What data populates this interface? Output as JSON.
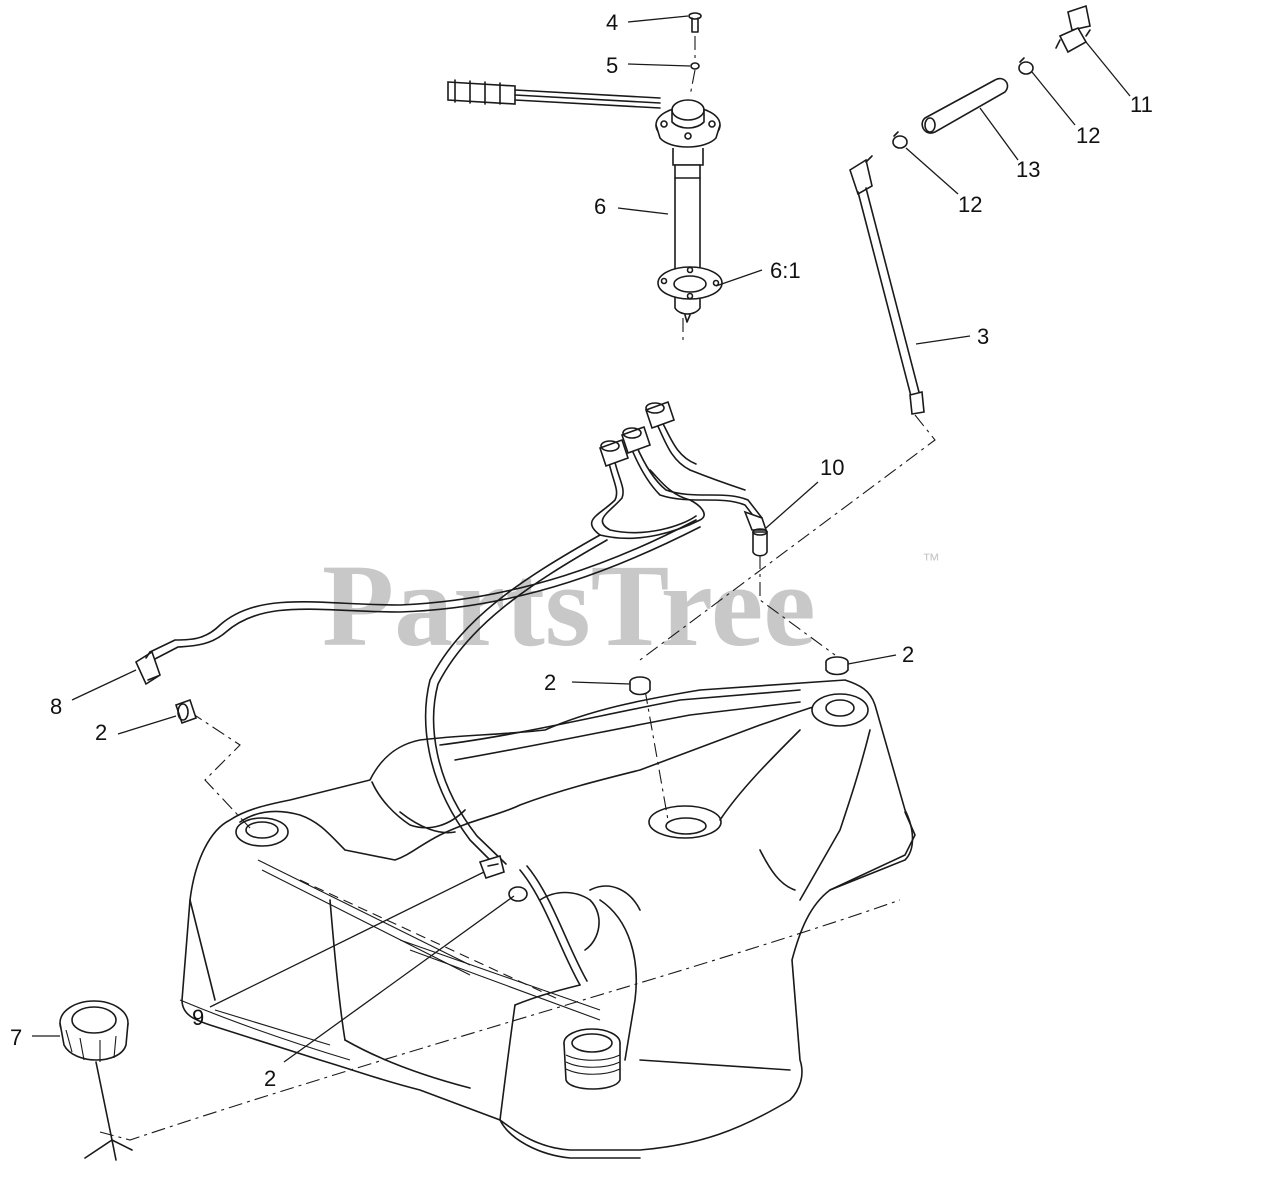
{
  "watermark": {
    "text": "PartsTree",
    "trademark": "™"
  },
  "callouts": [
    {
      "id": "c4",
      "label": "4"
    },
    {
      "id": "c5",
      "label": "5"
    },
    {
      "id": "c6",
      "label": "6"
    },
    {
      "id": "c6-1",
      "label": "6:1"
    },
    {
      "id": "c3",
      "label": "3"
    },
    {
      "id": "c10",
      "label": "10"
    },
    {
      "id": "c11",
      "label": "11"
    },
    {
      "id": "c12a",
      "label": "12"
    },
    {
      "id": "c12b",
      "label": "12"
    },
    {
      "id": "c13",
      "label": "13"
    },
    {
      "id": "c2a",
      "label": "2"
    },
    {
      "id": "c2b",
      "label": "2"
    },
    {
      "id": "c2c",
      "label": "2"
    },
    {
      "id": "c2d",
      "label": "2"
    },
    {
      "id": "c8",
      "label": "8"
    },
    {
      "id": "c9",
      "label": "9"
    },
    {
      "id": "c7",
      "label": "7"
    }
  ]
}
